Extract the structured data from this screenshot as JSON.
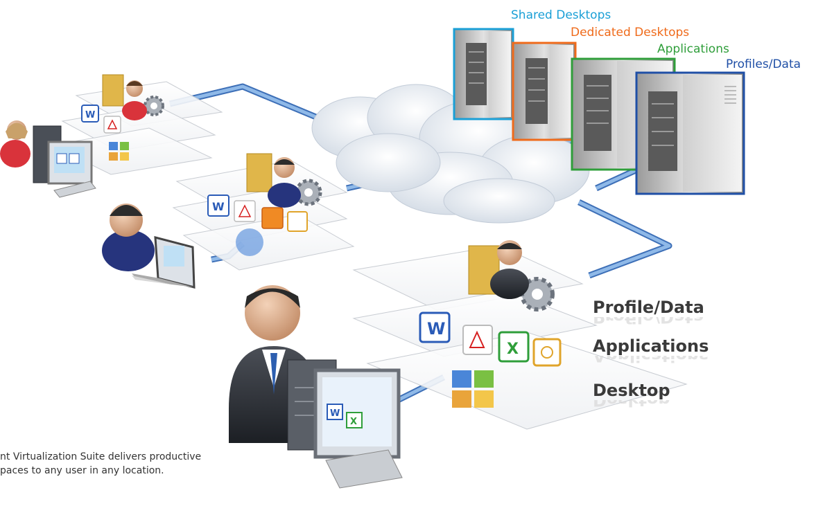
{
  "servers": [
    {
      "label": "Shared Desktops",
      "color": "#1a9fd6"
    },
    {
      "label": "Dedicated Desktops",
      "color": "#ef6a1a"
    },
    {
      "label": "Applications",
      "color": "#2f9e3a"
    },
    {
      "label": "Profiles/Data",
      "color": "#1f4fa6"
    }
  ],
  "layers": [
    {
      "label": "Profile/Data",
      "reflection": "Profile/Data"
    },
    {
      "label": "Applications",
      "reflection": "Applications"
    },
    {
      "label": "Desktop",
      "reflection": "Desktop"
    }
  ],
  "caption": {
    "line1": "nt Virtualization Suite delivers productive",
    "line2": "paces to any user in any location."
  },
  "colors": {
    "network_line": "#7aa8de",
    "network_line_border": "#3d6fb7",
    "cloud": "#e9eef4"
  }
}
